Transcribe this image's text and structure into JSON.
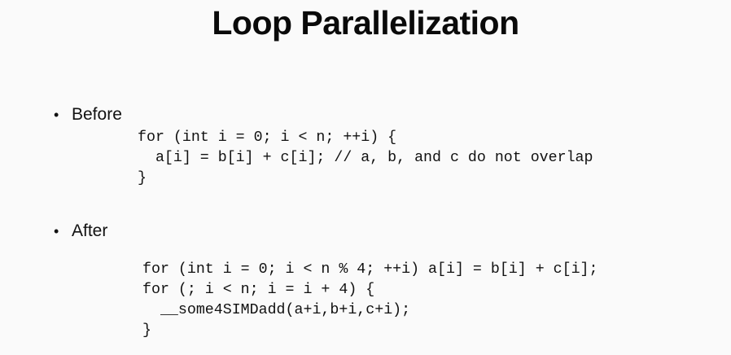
{
  "slide": {
    "title": "Loop Parallelization",
    "bullet_glyph": "•",
    "before": {
      "label": "Before",
      "code": [
        "for (int i = 0; i < n; ++i) {",
        "  a[i] = b[i] + c[i]; // a, b, and c do not overlap",
        "}"
      ]
    },
    "after": {
      "label": "After",
      "code": [
        "for (int i = 0; i < n % 4; ++i) a[i] = b[i] + c[i];",
        "for (; i < n; i = i + 4) {",
        "  __some4SIMDadd(a+i,b+i,c+i);",
        "}"
      ]
    }
  }
}
